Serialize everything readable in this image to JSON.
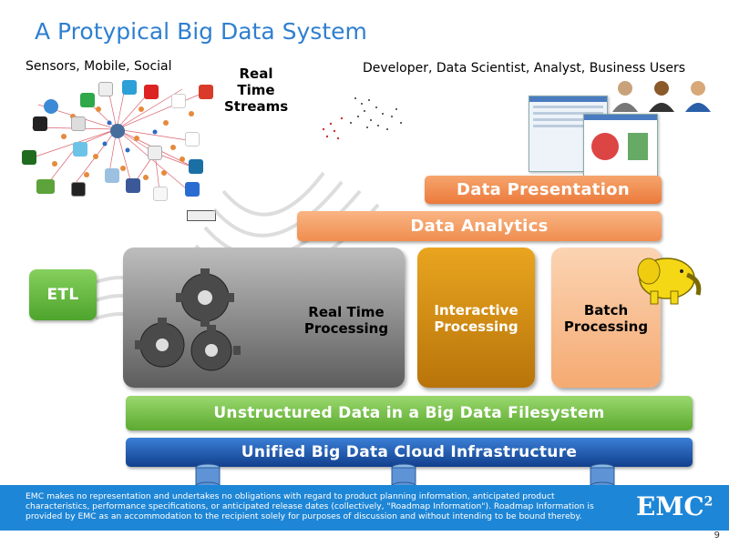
{
  "title": "A Protypical Big Data System",
  "sources_label": "Sensors, Mobile, Social",
  "streams_label_line1": "Real Time",
  "streams_label_line2": "Streams",
  "users_label": "Developer, Data Scientist, Analyst, Business Users",
  "layers": {
    "presentation": "Data Presentation",
    "analytics": "Data Analytics",
    "etl": "ETL",
    "realtime_line1": "Real Time",
    "realtime_line2": "Processing",
    "interactive_line1": "Interactive",
    "interactive_line2": "Processing",
    "batch_line1": "Batch",
    "batch_line2": "Processing",
    "filesystem": "Unstructured Data in a Big Data Filesystem",
    "cloud": "Unified Big Data Cloud Infrastructure"
  },
  "footer": {
    "disclaimer": "EMC makes no representation and undertakes no obligations with regard to product planning information, anticipated product characteristics, performance specifications, or anticipated release dates (collectively, \"Roadmap Information\"). Roadmap Information is provided by EMC as an accommodation to the recipient solely for purposes of discussion and without intending to be bound thereby.",
    "logo": "EMC",
    "logo_sup": "2"
  },
  "page_number": "9",
  "colors": {
    "title": "#2f7fd0",
    "presentation": "#f08a4b",
    "analytics": "#f5a05e",
    "etl": "#5cb83a",
    "realtime": "#7a7a7a",
    "interactive": "#d08a0c",
    "batch": "#f9c49a",
    "filesystem": "#7cc44a",
    "cloud": "#1a5fb4",
    "footer": "#1e86d6"
  },
  "icons": [
    "wordpress-icon",
    "twitter-icon",
    "linkedin-icon",
    "facebook-icon",
    "vimeo-icon",
    "youtube-icon",
    "flickr-icon",
    "google-icon",
    "rss-icon",
    "delicious-icon",
    "skype-icon",
    "qlik-icon",
    "myspace-icon",
    "digg-icon",
    "lastfm-icon",
    "windows-live-icon",
    "gears-icon",
    "hadoop-elephant-icon",
    "database-icon",
    "user-icon"
  ]
}
